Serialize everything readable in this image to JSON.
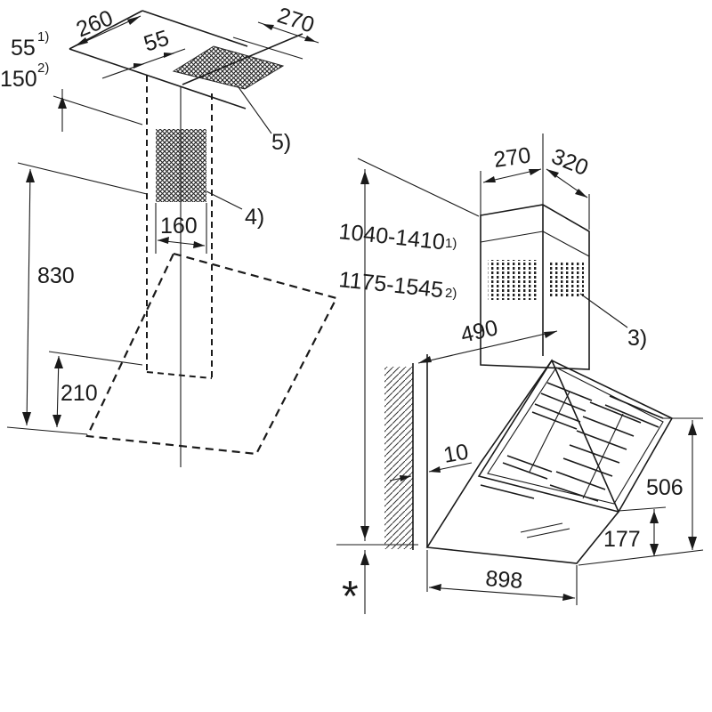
{
  "dimensions": {
    "top_width": "260",
    "top_depth": "270",
    "top_offset_1": "55",
    "top_offset_1_note": "1)",
    "top_offset_2": "150",
    "top_offset_2_note": "2)",
    "vent_offset": "55",
    "chimney_width_side": "160",
    "height_left": "830",
    "hood_bottom_left": "210",
    "chimney_270": "270",
    "chimney_320": "320",
    "height_range_1": "1040-1410",
    "height_range_1_note": "1)",
    "height_range_2": "1175-1545",
    "height_range_2_note": "2)",
    "hood_depth": "490",
    "wall_gap": "10",
    "hood_height": "506",
    "canopy_height": "177",
    "hood_width": "898",
    "star_mark": "*"
  },
  "callouts": {
    "c3": "3)",
    "c4": "4)",
    "c5": "5)"
  }
}
